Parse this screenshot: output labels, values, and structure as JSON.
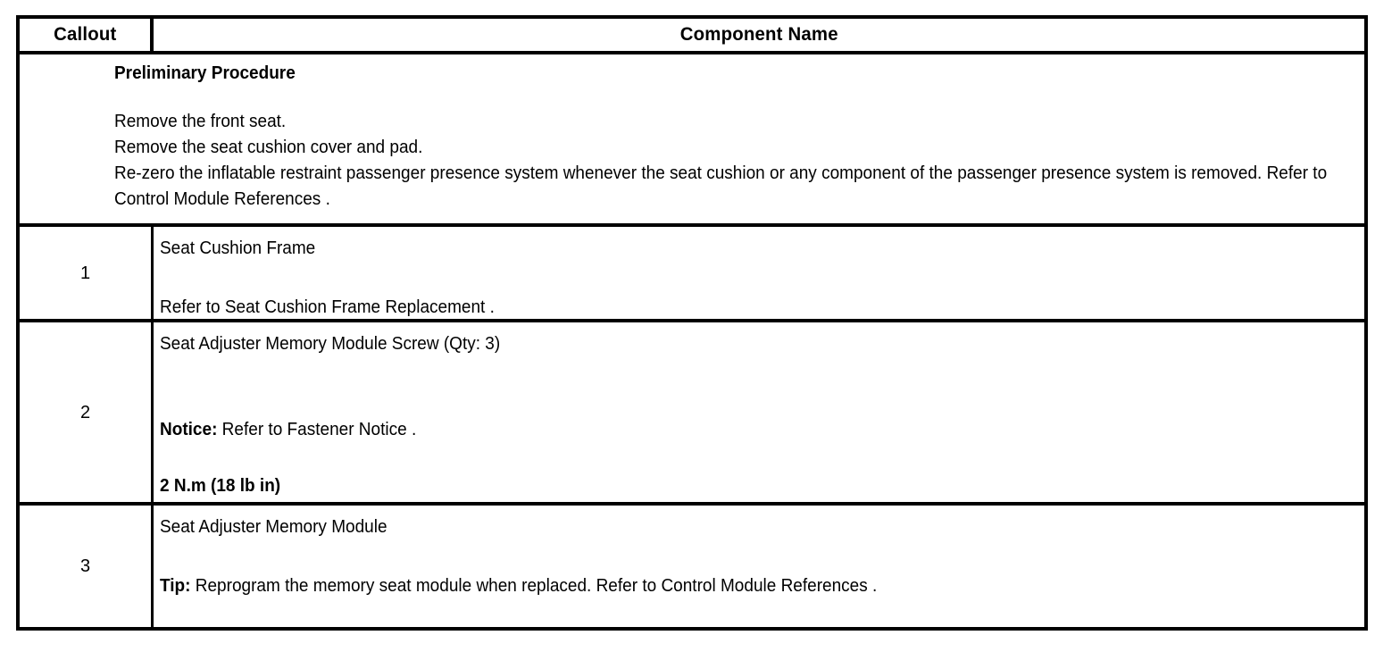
{
  "table": {
    "header": {
      "callout_label": "Callout",
      "component_label": "Component Name"
    },
    "preliminary": {
      "title": "Preliminary Procedure",
      "lines": [
        "Remove the front seat.",
        "Remove the seat cushion cover and pad.",
        "Re-zero the inflatable restraint passenger presence system whenever the seat cushion or any component of the passenger presence system is removed. Refer to Control Module References ."
      ]
    },
    "rows": [
      {
        "callout": "1",
        "line1": "Seat Cushion Frame",
        "line2_bold": "",
        "line2": "Refer to Seat Cushion Frame Replacement ."
      },
      {
        "callout": "2",
        "line1": "Seat Adjuster Memory Module Screw (Qty: 3)",
        "line2_bold": "Notice:",
        "line2": " Refer to Fastener Notice .",
        "line3_bold": "2 N.m (18 lb in)"
      },
      {
        "callout": "3",
        "line1": "Seat Adjuster Memory Module",
        "line2_bold": "Tip:",
        "line2": " Reprogram the memory seat module when replaced. Refer to Control Module References ."
      }
    ]
  },
  "colors": {
    "border": "#000000",
    "text": "#000000",
    "background": "#ffffff"
  }
}
